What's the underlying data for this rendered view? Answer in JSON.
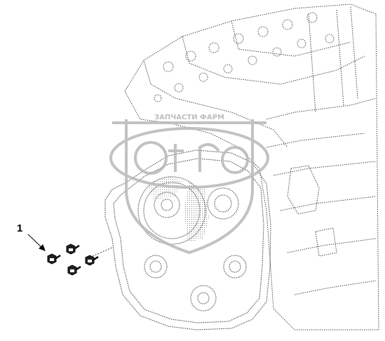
{
  "diagram": {
    "callout_label": "1",
    "part_name": "bolt",
    "line_color": "#3a3a3a",
    "watermark_color": "#b8b8b8"
  },
  "watermark": {
    "text": "ЗАПЧАСТИ ФАРМ"
  }
}
